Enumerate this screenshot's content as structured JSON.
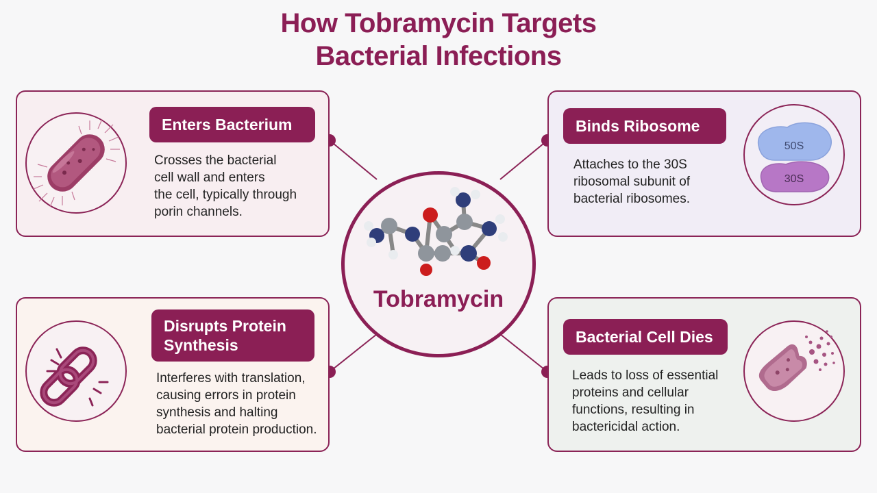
{
  "title": {
    "line1": "How Tobramycin Targets",
    "line2": "Bacterial Infections"
  },
  "center": {
    "label": "Tobramycin",
    "icon": "molecule-icon"
  },
  "cards": [
    {
      "id": "enters",
      "heading": "Enters Bacterium",
      "lines": [
        "Crosses the bacterial",
        "cell wall and enters",
        "the cell, typically through",
        "porin channels."
      ],
      "icon": "bacterium-icon"
    },
    {
      "id": "binds",
      "heading": "Binds Ribosome",
      "lines": [
        "Attaches to the 30S",
        "ribosomal subunit of",
        "bacterial ribosomes."
      ],
      "icon": "ribosome-icon",
      "subunits": {
        "large": "50S",
        "small": "30S"
      }
    },
    {
      "id": "disrupts",
      "heading_lines": [
        "Disrupts Protein",
        "Synthesis"
      ],
      "lines": [
        "Interferes with translation,",
        "causing errors in protein",
        "synthesis and halting",
        "bacterial protein production."
      ],
      "icon": "broken-chain-icon"
    },
    {
      "id": "dies",
      "heading": "Bacterial Cell Dies",
      "lines": [
        "Leads to loss of essential",
        "proteins and cellular",
        "functions, resulting in",
        "bactericidal action."
      ],
      "icon": "disintegrating-bacterium-icon"
    }
  ],
  "colors": {
    "accent": "#8b1f55",
    "background": "#f7f7f8",
    "card1_bg": "#f8eef1",
    "card2_bg": "#f1edf6",
    "card3_bg": "#fbf3ef",
    "card4_bg": "#eef1ee"
  }
}
